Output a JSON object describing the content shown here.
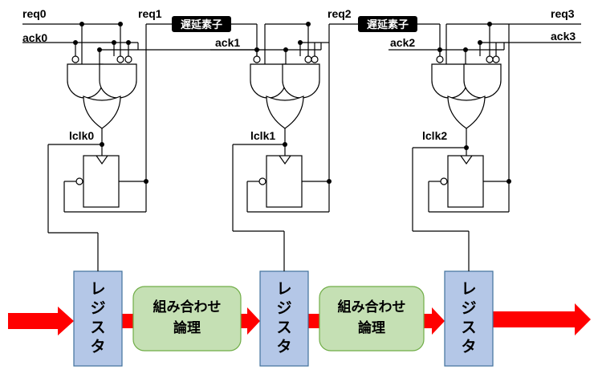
{
  "signals": {
    "req0": "req0",
    "ack0": "ack0",
    "req1": "req1",
    "ack1": "ack1",
    "req2": "req2",
    "ack2": "ack2",
    "req3": "req3",
    "ack3": "ack3",
    "lclk0": "lclk0",
    "lclk1": "lclk1",
    "lclk2": "lclk2"
  },
  "delay_elements": [
    "遅延素子",
    "遅延素子"
  ],
  "registers": [
    "レ",
    "ジ",
    "ス",
    "タ"
  ],
  "combinational": {
    "line1": "組み合わせ",
    "line2": "論理"
  },
  "colors": {
    "register_fill": "#b4c7e7",
    "logic_fill": "#c5e0b4",
    "arrow": "#ff0000",
    "delay_fill": "#000000"
  }
}
